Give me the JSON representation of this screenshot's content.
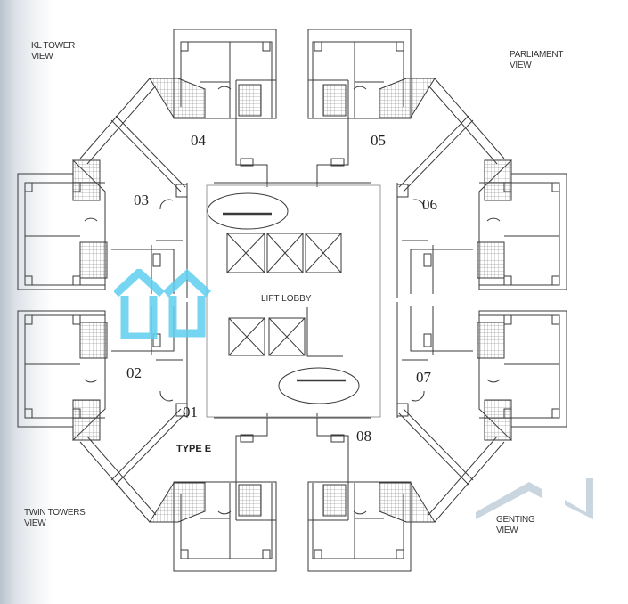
{
  "views": {
    "kl_tower": [
      "KL TOWER",
      "VIEW"
    ],
    "parliament": [
      "PARLIAMENT",
      "VIEW"
    ],
    "twin_towers": [
      "TWIN TOWERS",
      "VIEW"
    ],
    "genting": [
      "GENTING",
      "VIEW"
    ]
  },
  "units": [
    "01",
    "02",
    "03",
    "04",
    "05",
    "06",
    "07",
    "08"
  ],
  "type_label": "TYPE E",
  "lobby_label": "LIFT LOBBY",
  "colors": {
    "line": "#3a3a3a",
    "watermark_blue": "#5fd0f0",
    "watermark_grey": "#c9d6df"
  }
}
